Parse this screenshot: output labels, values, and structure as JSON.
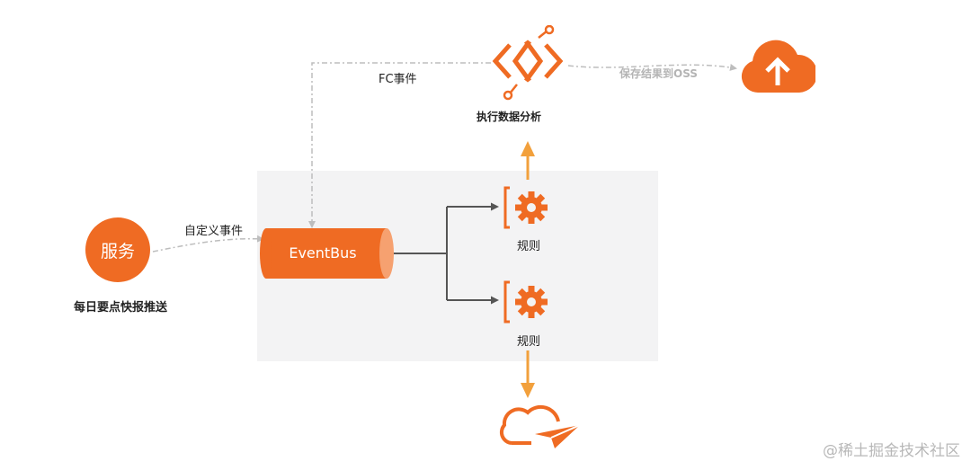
{
  "service": {
    "label": "服务",
    "caption": "每日要点快报推送"
  },
  "edges": {
    "custom_event": "自定义事件",
    "fc_event": "FC事件",
    "save_result": "保存结果到OSS"
  },
  "eventbus": {
    "label": "EventBus"
  },
  "analysis": {
    "caption": "执行数据分析"
  },
  "rules": [
    {
      "label": "规则"
    },
    {
      "label": "规则"
    }
  ],
  "watermark": "@稀土掘金技术社区",
  "colors": {
    "accent": "#ef6b23",
    "arrow_orange": "#f2a03c",
    "panel": "#f3f3f4",
    "line_gray": "#bdbdbd",
    "line_dark": "#555555"
  },
  "icons": [
    "function-compute-icon",
    "cloud-upload-icon",
    "rule-gear-icon",
    "cloud-notification-icon"
  ]
}
